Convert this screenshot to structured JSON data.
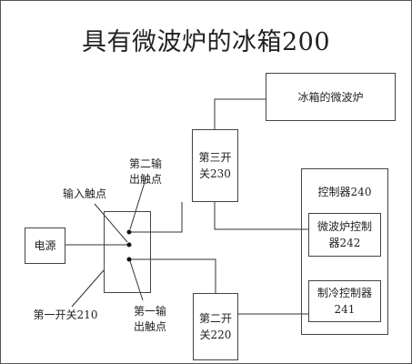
{
  "title": "具有微波炉的冰箱200",
  "boxes": {
    "microwave": "冰箱的微波炉",
    "switch3": "第三开\n关230",
    "controller_label": "控制器240",
    "microwave_controller": "微波炉控制\n器242",
    "cooling_controller": "制冷控制器\n241",
    "power": "电源",
    "switch2": "第二开\n关220"
  },
  "labels": {
    "second_output_contact": "第二输\n出触点",
    "input_contact": "输入触点",
    "first_switch": "第一开关210",
    "first_output_contact": "第一输\n出触点"
  }
}
